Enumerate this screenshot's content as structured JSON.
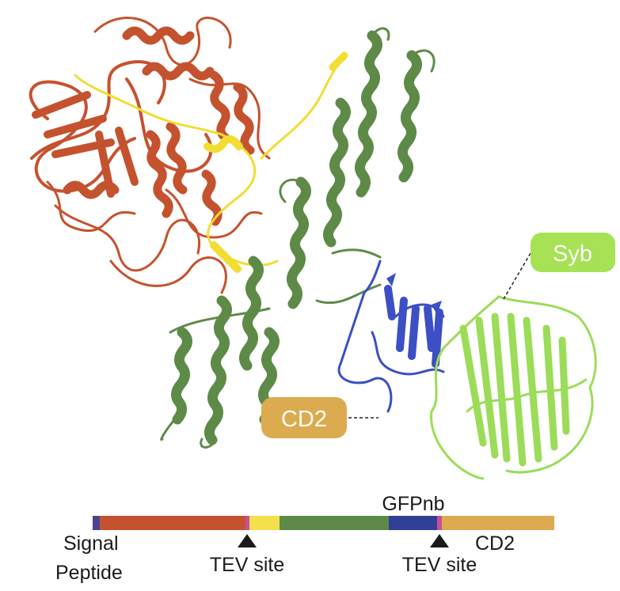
{
  "callouts": {
    "syb": "Syb",
    "cd2": "CD2"
  },
  "construct_bar": {
    "segments": [
      {
        "name": "signal-peptide",
        "color": "#4b4392"
      },
      {
        "name": "domain-orange",
        "color": "#c5522e"
      },
      {
        "name": "tev-1",
        "color": "#c84e9a"
      },
      {
        "name": "domain-yellow",
        "color": "#f3e04b"
      },
      {
        "name": "domain-green",
        "color": "#5e8a48"
      },
      {
        "name": "gfpnb",
        "color": "#323f96"
      },
      {
        "name": "tev-2",
        "color": "#c84e9a"
      },
      {
        "name": "cd2",
        "color": "#deaa4f"
      }
    ],
    "labels": {
      "gfpnb": "GFPnb",
      "signal_line1": "Signal",
      "signal_line2": "Peptide",
      "tev_site_1": "TEV site",
      "tev_site_2": "TEV site",
      "cd2": "CD2"
    }
  },
  "colors": {
    "orange_domain": "#c5522e",
    "yellow_linker": "#f2dd33",
    "green_domain": "#5e8a48",
    "blue_nanobody": "#3c4fc4",
    "lime_gfp": "#9bdc58",
    "syb_box": "#a6e253",
    "cd2_box": "#dcab50"
  }
}
